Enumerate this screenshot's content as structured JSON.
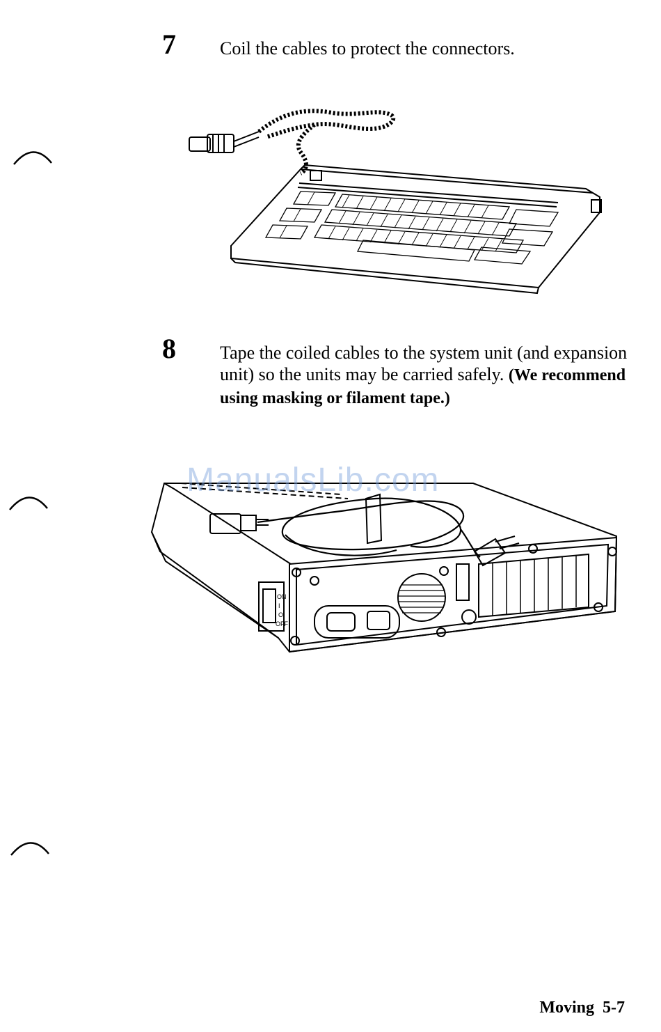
{
  "steps": [
    {
      "number": "7",
      "text": "Coil the cables to protect the connectors."
    },
    {
      "number": "8",
      "text": "Tape the coiled cables to the system unit (and expansion unit) so the units may be carried safely.",
      "emphasis": "(We recommend using masking or filament tape.)"
    }
  ],
  "figures": {
    "system_unit": {
      "switch_on": "ON",
      "switch_i": "I",
      "switch_o": "O",
      "switch_off": "OFF"
    }
  },
  "watermark": "ManualsLib.com",
  "footer": {
    "section": "Moving",
    "page": "5-7"
  }
}
